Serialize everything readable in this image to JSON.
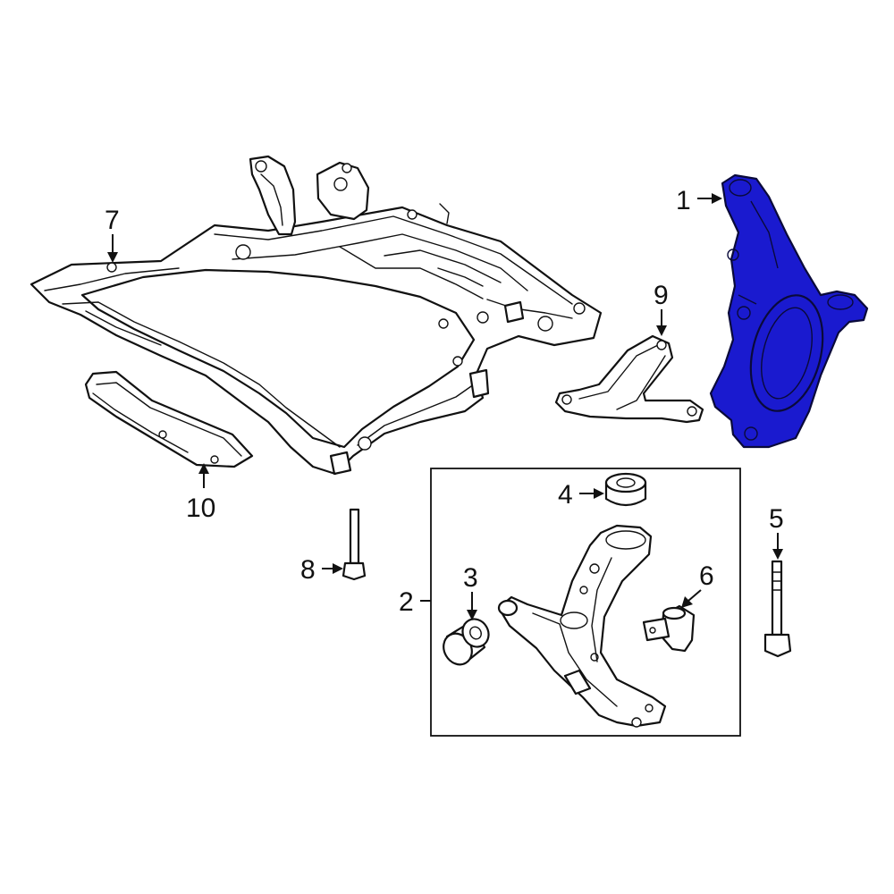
{
  "highlight_color": "#1a1acf",
  "callouts": {
    "c1": "1",
    "c2": "2",
    "c3": "3",
    "c4": "4",
    "c5": "5",
    "c6": "6",
    "c7": "7",
    "c8": "8",
    "c9": "9",
    "c10": "10"
  }
}
